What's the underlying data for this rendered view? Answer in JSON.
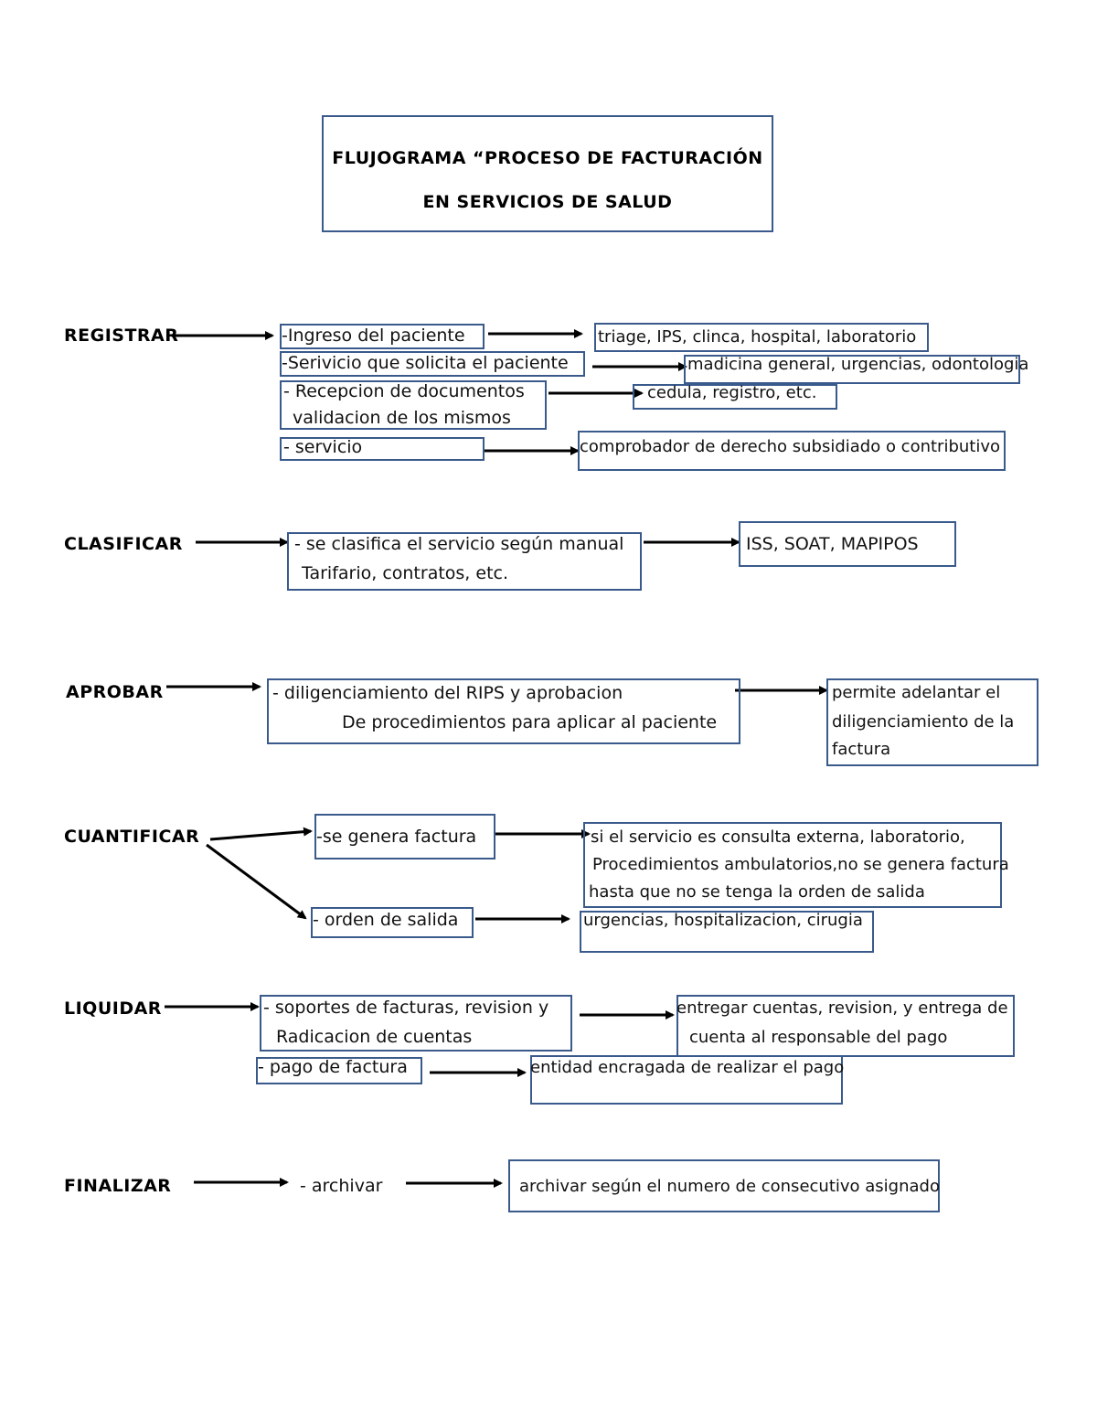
{
  "title": {
    "line1": "FLUJOGRAMA “PROCESO DE FACTURACIÓN",
    "line2": "EN SERVICIOS DE SALUD"
  },
  "stages": {
    "registrar": {
      "label": "REGISTRAR",
      "steps": [
        {
          "text": "-Ingreso del paciente",
          "result": "triage, IPS, clinca, hospital, laboratorio"
        },
        {
          "text": "-Serivicio que solicita el paciente",
          "result": "madicina general, urgencias, odontologia"
        },
        {
          "line1": "- Recepcion de documentos",
          "line2": "validacion de los mismos",
          "result": "cedula, registro, etc."
        },
        {
          "text": "- servicio",
          "result": "comprobador de derecho subsidiado o contributivo"
        }
      ]
    },
    "clasificar": {
      "label": "CLASIFICAR",
      "line1": "- se clasifica el servicio según manual",
      "line2": "Tarifario, contratos, etc.",
      "result": "ISS,  SOAT, MAPIPOS"
    },
    "aprobar": {
      "label": "APROBAR",
      "line1": "- diligenciamiento del RIPS y aprobacion",
      "line2": "De procedimientos para aplicar al paciente",
      "result": {
        "line1": "permite adelantar el",
        "line2": "diligenciamiento de la",
        "line3": "factura"
      }
    },
    "cuantificar": {
      "label": "CUANTIFICAR",
      "step1": "-se genera factura",
      "result1": {
        "line1": "si el servicio es consulta externa, laboratorio,",
        "line2": "Procedimientos ambulatorios,no se genera factura",
        "line3": "hasta que no se tenga la orden de salida"
      },
      "step2": "- orden de salida",
      "result2": "urgencias, hospitalizacion, cirugia"
    },
    "liquidar": {
      "label": "LIQUIDAR",
      "step1": {
        "line1": "- soportes de facturas, revision y",
        "line2": "Radicacion de cuentas"
      },
      "result1": {
        "line1": "entregar cuentas, revision, y entrega de",
        "line2": "cuenta al responsable del pago"
      },
      "step2": "- pago de factura",
      "result2": "entidad encragada de realizar el pago"
    },
    "finalizar": {
      "label": "FINALIZAR",
      "step": "- archivar",
      "result": "archivar según el numero de consecutivo asignado"
    }
  },
  "colors": {
    "box_border": "#3a5a8c",
    "arrow": "#000000"
  }
}
